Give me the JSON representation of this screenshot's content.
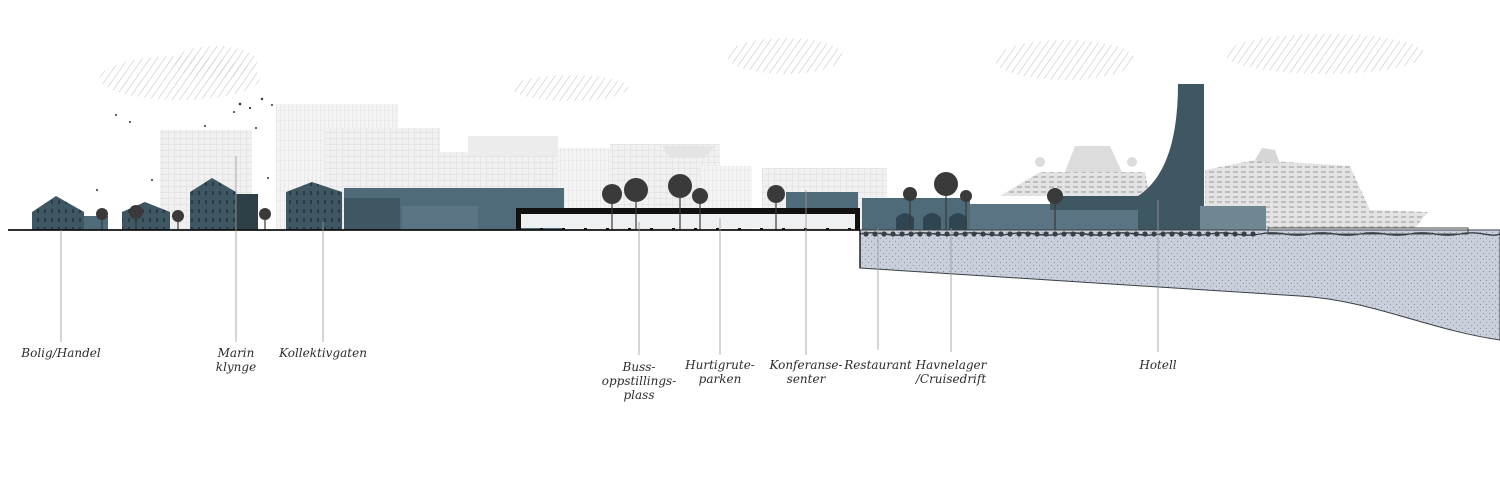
{
  "colors": {
    "building_dark": "#3f5663",
    "building_mid": "#4f6a78",
    "building_light": "#6f8693",
    "water_fill": "#c9d0db",
    "water_line": "#3a3f46",
    "ghost_building": "#e6e6e6",
    "ground_line": "#111111",
    "leader_line": "#9a9a9a",
    "ship": "#d9d9d9",
    "tree": "#3a3a3a"
  },
  "labels": {
    "bolig_handel": "Bolig/Handel",
    "marin_line1": "Marin",
    "marin_line2": "klynge",
    "kollektivgaten": "Kollektivgaten",
    "buss_line1": "Buss-",
    "buss_line2": "oppstillings-",
    "buss_line3": "plass",
    "hurtigrute_line1": "Hurtigrute-",
    "hurtigrute_line2": "parken",
    "konferanse_line1": "Konferanse-",
    "konferanse_line2": "senter",
    "restaurant": "Restaurant",
    "havnelager_line1": "Havnelager",
    "havnelager_line2": "/Cruisedrift",
    "hotell": "Hotell"
  }
}
